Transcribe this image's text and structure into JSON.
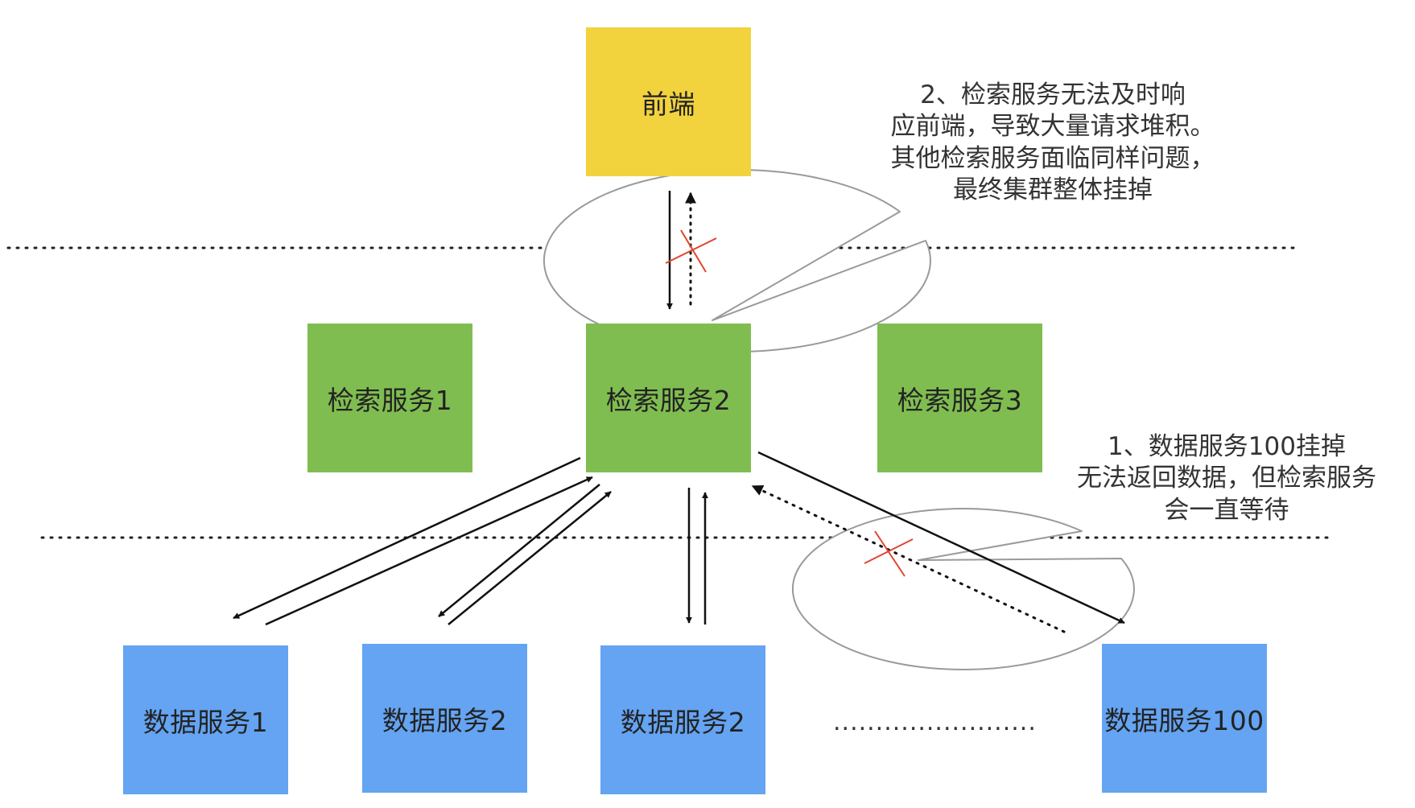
{
  "colors": {
    "frontend": "#F2D33E",
    "search_service": "#80BD50",
    "data_service": "#64A4F2",
    "error_mark": "#E0452E",
    "line": "#111111",
    "bubble_stroke": "#9A9A9A"
  },
  "nodes": {
    "frontend": "前端",
    "search": [
      "检索服务1",
      "检索服务2",
      "检索服务3"
    ],
    "data": [
      "数据服务1",
      "数据服务2",
      "数据服务2",
      "数据服务100"
    ]
  },
  "ellipsis": "........................",
  "callouts": {
    "top": [
      "2、检索服务无法及时响",
      "应前端，导致大量请求堆积。",
      "其他检索服务面临同样问题，",
      "最终集群整体挂掉"
    ],
    "right": [
      "1、数据服务100挂掉",
      "无法返回数据，但检索服务",
      "会一直等待"
    ]
  }
}
